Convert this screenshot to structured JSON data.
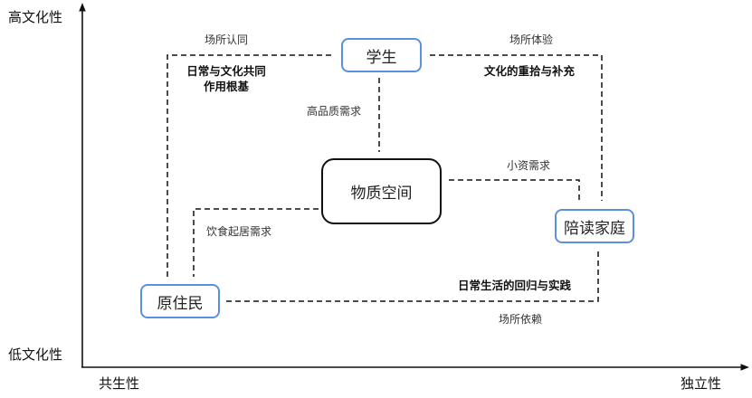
{
  "axes": {
    "y_top": "高文化性",
    "y_bottom": "低文化性",
    "x_left": "共生性",
    "x_right": "独立性"
  },
  "nodes": {
    "student": "学生",
    "material_space": "物质空间",
    "accompanying_family": "陪读家庭",
    "native_residents": "原住民"
  },
  "labels": {
    "place_identity": "场所认同",
    "place_experience": "场所体验",
    "place_dependence": "场所依赖",
    "high_quality_demand": "高品质需求",
    "petty_bourgeois_demand": "小资需求",
    "daily_living_demand": "饮食起居需求"
  },
  "themes": {
    "common_foundation_line1": "日常与文化共同",
    "common_foundation_line2": "作用根基",
    "cultural_pickup": "文化的重拾与补充",
    "daily_return": "日常生活的回归与实践"
  },
  "colors": {
    "node_border_blue": "#5b8fe0",
    "line": "#111111"
  }
}
